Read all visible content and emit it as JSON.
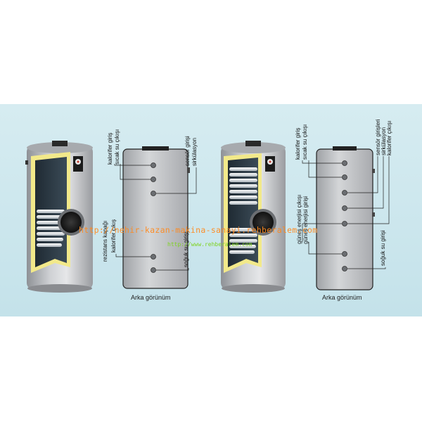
{
  "left_diagram": {
    "labels": {
      "kalorifer_giris": "kalorifer giriş",
      "sicak_su_cikisi": "sıcak su çıkışı",
      "sensor_girisi": "sensör girişi",
      "sirkulasyon": "sirkülasyon",
      "rezistans_kapagi": "rezistans kapağı",
      "kalorifer_cikis": "kalorifer çıkış",
      "soguk_su_girisi": "soğuk su girişi"
    },
    "caption": "Arka görünüm"
  },
  "right_diagram": {
    "labels": {
      "kalorifer_giris": "kalorifer giriş",
      "sicak_su_cikisi": "sıcak su çıkışı",
      "sensor_girisleri": "sensör girişleri",
      "sirkulasyon": "sirkülasyon",
      "kalorifer_cikisi": "kalorifer çıkışı",
      "gunes_enerjisi_cikisi": "güneş enerjisi çıkışı",
      "gunes_enerjisi_girisi": "güneş enerjisi girişi",
      "soguk_su_girisi": "soğuk su girişi"
    },
    "caption": "Arka görünüm"
  },
  "watermark": {
    "primary": "http://nehir-kazan-makina-sanayi.rehberalem.com",
    "secondary": "http://www.rehberalem.com"
  },
  "colors": {
    "background_panel": "#c9e5ec",
    "tank_body": "#b7b9bc",
    "insulation": "#f2e98a",
    "tank_inner": "#2c3a44",
    "watermark_primary": "#ff8a1f",
    "watermark_secondary": "#7ed321"
  }
}
